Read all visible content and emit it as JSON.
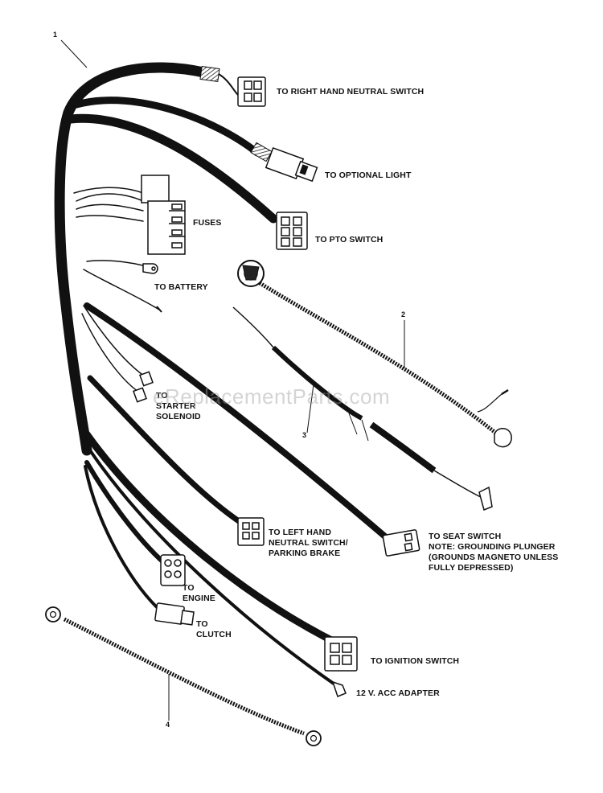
{
  "labels": {
    "right_neutral": "TO RIGHT HAND NEUTRAL SWITCH",
    "optional_light": "TO OPTIONAL LIGHT",
    "fuses": "FUSES",
    "pto_switch": "TO PTO SWITCH",
    "battery": "TO BATTERY",
    "starter_line1": "TO",
    "starter_line2": "STARTER",
    "starter_line3": "SOLENOID",
    "left_neutral_line1": "TO LEFT HAND",
    "left_neutral_line2": "NEUTRAL SWITCH/",
    "left_neutral_line3": "PARKING BRAKE",
    "seat_line1": "TO SEAT SWITCH",
    "seat_line2": "NOTE: GROUNDING PLUNGER",
    "seat_line3": "(GROUNDS MAGNETO UNLESS",
    "seat_line4": "FULLY DEPRESSED)",
    "engine_line1": "TO",
    "engine_line2": "ENGINE",
    "clutch_line1": "TO",
    "clutch_line2": "CLUTCH",
    "ignition": "TO IGNITION SWITCH",
    "acc_adapter": "12 V. ACC ADAPTER"
  },
  "callouts": {
    "c1": "1",
    "c2": "2",
    "c3": "3",
    "c4": "4"
  },
  "watermark": "eReplacementParts.com",
  "colors": {
    "wire": "#111111",
    "background": "#ffffff",
    "watermark": "#a0a0a0"
  }
}
